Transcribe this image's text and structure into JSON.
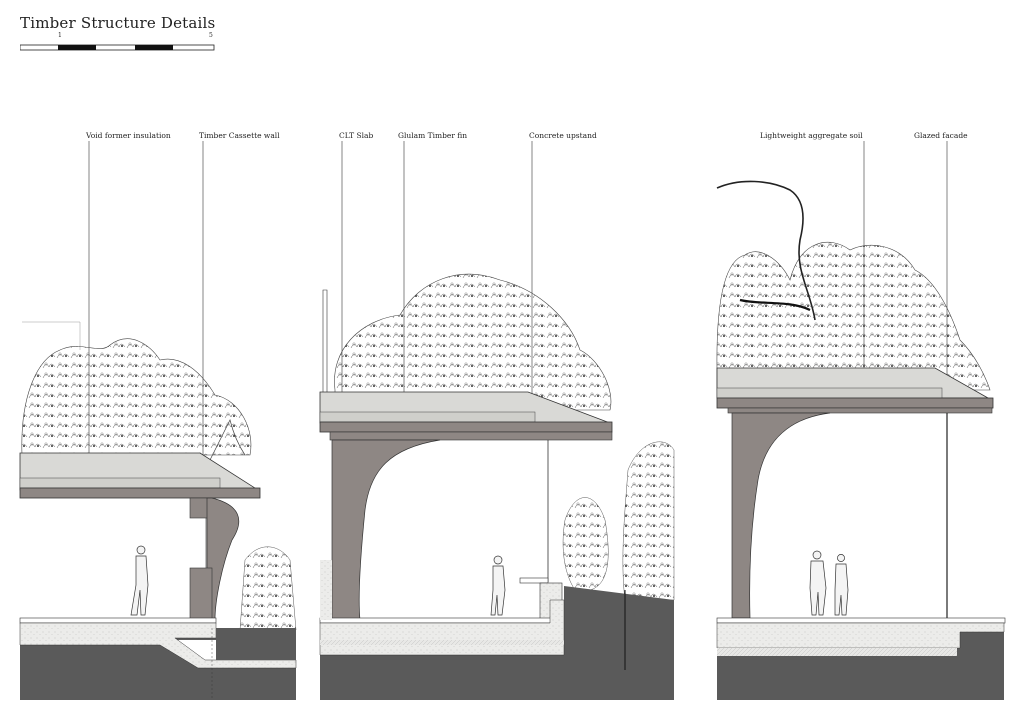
{
  "title": "Timber Structure Details",
  "scale_bar": {
    "start_label": "1",
    "end_label": "5"
  },
  "sections": [
    {
      "name": "section-1",
      "labels": [
        "Void former insulation",
        "Timber Cassette wall"
      ]
    },
    {
      "name": "section-2",
      "labels": [
        "CLT Slab",
        "Glulam Timber fin",
        "Concrete upstand"
      ]
    },
    {
      "name": "section-3",
      "labels": [
        "Lightweight aggregate soil",
        "Glazed facade"
      ]
    }
  ],
  "colors": {
    "ground_dark": "#5a5a5a",
    "concrete_light": "#e6e6e4",
    "timber_grey": "#8e8784",
    "soil_grey": "#bdbdb8",
    "line": "#222222"
  }
}
